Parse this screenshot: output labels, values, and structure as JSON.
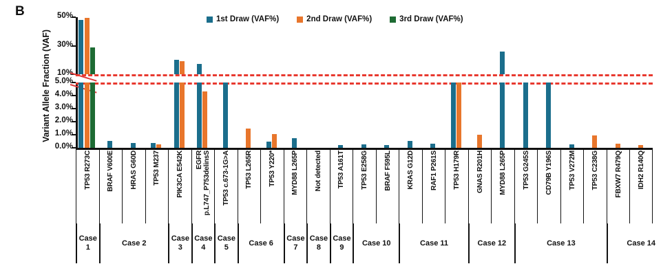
{
  "panel_letter": "B",
  "axis": {
    "y_title": "Variant Allele Fraction (VAF)",
    "upper_ticks": [
      "50%",
      "30%",
      "10%"
    ],
    "lower_ticks": [
      "5.0%",
      "4.0%",
      "3.0%",
      "2.0%",
      "1.0%",
      "0.0%"
    ]
  },
  "legend": {
    "items": [
      {
        "label": "1st Draw (VAF%)",
        "color": "#1b6e8c"
      },
      {
        "label": "2nd Draw (VAF%)",
        "color": "#e8762c"
      },
      {
        "label": "3rd Draw (VAF%)",
        "color": "#1e6b33"
      }
    ]
  },
  "colors": {
    "draw1": "#1b6e8c",
    "draw2": "#e8762c",
    "draw3": "#1e6b33",
    "threshold_line": "#e8392f",
    "axis": "#111111"
  },
  "thresholds": [
    {
      "value": "10%",
      "panel": "upper"
    },
    {
      "value": "5.0%",
      "panel": "lower"
    }
  ],
  "cases": [
    {
      "label": "Case 1",
      "display": "Case\n1",
      "span": 1
    },
    {
      "label": "Case 2",
      "display": "Case 2",
      "span": 3
    },
    {
      "label": "Case 3",
      "display": "Case\n3",
      "span": 1
    },
    {
      "label": "Case 4",
      "display": "Case\n4",
      "span": 1
    },
    {
      "label": "Case 5",
      "display": "Case\n5",
      "span": 1
    },
    {
      "label": "Case 6",
      "display": "Case 6",
      "span": 2
    },
    {
      "label": "Case 7",
      "display": "Case\n7",
      "span": 1
    },
    {
      "label": "Case 8",
      "display": "Case\n8",
      "span": 1
    },
    {
      "label": "Case 9",
      "display": "Case\n9",
      "span": 1
    },
    {
      "label": "Case 10",
      "display": "Case 10",
      "span": 2
    },
    {
      "label": "Case 11",
      "display": "Case 11",
      "span": 3
    },
    {
      "label": "Case 12",
      "display": "Case 12",
      "span": 2
    },
    {
      "label": "Case 13",
      "display": "Case 13",
      "span": 4
    },
    {
      "label": "Case 14",
      "display": "Case 14",
      "span": 3
    }
  ],
  "chart_data": {
    "type": "bar",
    "title": "",
    "xlabel": "",
    "ylabel": "Variant Allele Fraction (VAF)",
    "axis_break": true,
    "upper_ylim": [
      10,
      50
    ],
    "lower_ylim": [
      0,
      5
    ],
    "grid": false,
    "legend_position": "top-right",
    "categories": [
      "TP53 R273C",
      "BRAF V600E",
      "HRAS G60D",
      "TP53 M237",
      "PIK3CA E542K",
      "EGFR p.L747_P753delinsS",
      "TP53 c.673-1G>A",
      "TP53 L265R",
      "TP53 Y220*",
      "MYD88 L265P",
      "Not detected",
      "TP53 A161T",
      "TP53 E258G",
      "BRAF F595L",
      "KRAS G12D",
      "RAF1 P261S",
      "TP53 H179R",
      "GNAS R201H",
      "MYD88 L265P",
      "TP53 G245S",
      "CD79B Y196S",
      "TP53 V272M",
      "TP53 C238G",
      "FBXW7 R479Q",
      "IDH2 R140Q"
    ],
    "category_labels_two_line": {
      "5": [
        "EGFR",
        "p.L747_P753delinsS"
      ]
    },
    "series": [
      {
        "name": "1st Draw (VAF%)",
        "color": "#1b6e8c",
        "values": [
          48.0,
          0.55,
          0.35,
          0.35,
          20.0,
          17.0,
          5.0,
          0,
          0.5,
          0.75,
          0,
          0.2,
          0.25,
          0.2,
          0.55,
          0.3,
          5.0,
          0,
          26.0,
          5.0,
          5.0,
          0.25,
          0,
          0,
          0
        ]
      },
      {
        "name": "2nd Draw (VAF%)",
        "color": "#e8762c",
        "values": [
          49.5,
          0,
          0,
          0.25,
          19.0,
          4.3,
          0,
          1.5,
          1.05,
          0,
          0,
          0,
          0,
          0,
          0,
          0,
          5.0,
          1.0,
          0,
          0,
          0,
          0,
          0.95,
          0.3,
          0.2
        ]
      },
      {
        "name": "3rd Draw (VAF%)",
        "color": "#1e6b33",
        "values": [
          29.0,
          0,
          0,
          0,
          0,
          0,
          0,
          0,
          0,
          0,
          0,
          0,
          0,
          0,
          0,
          0,
          0,
          0,
          0,
          0,
          0,
          0,
          0,
          0,
          0
        ]
      }
    ]
  }
}
